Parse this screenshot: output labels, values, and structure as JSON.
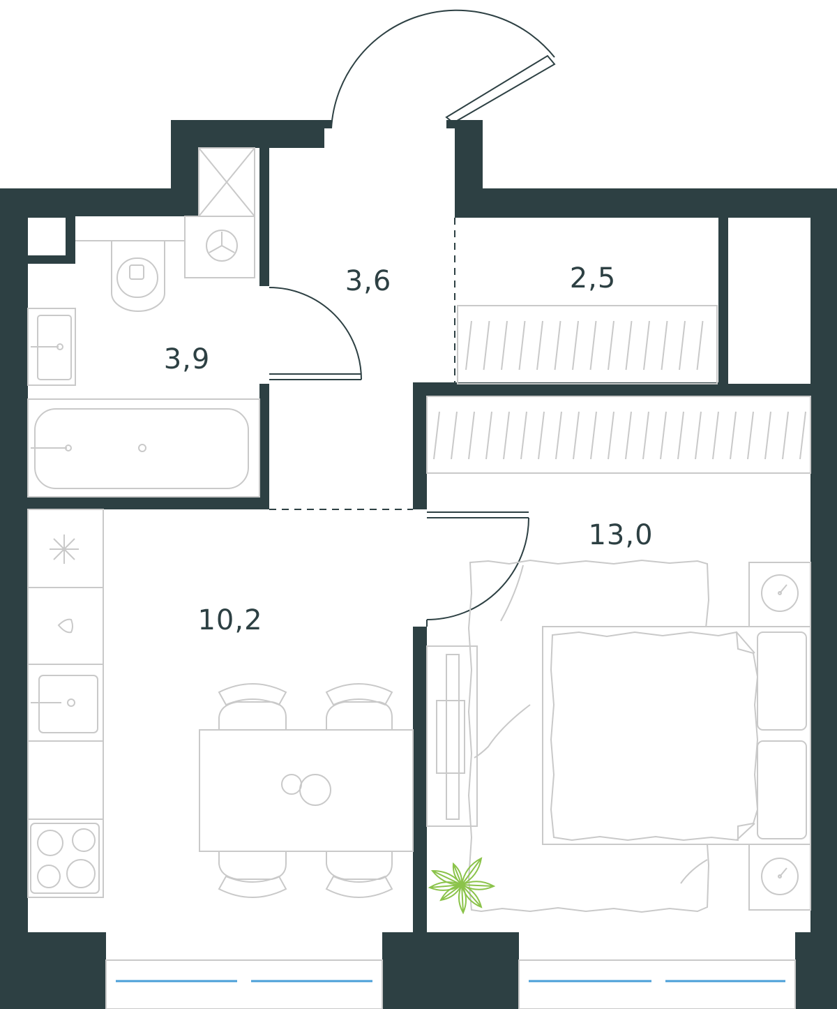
{
  "colors": {
    "wall": "#2d4043",
    "furniture": "#c9c9c9",
    "plant": "#8bc34a",
    "window": "#4a9fd8",
    "background": "#ffffff",
    "label": "#2d4043"
  },
  "rooms": [
    {
      "id": "bathroom",
      "area": "3,9"
    },
    {
      "id": "hallway",
      "area": "3,6"
    },
    {
      "id": "storage",
      "area": "2,5"
    },
    {
      "id": "kitchen",
      "area": "10,2"
    },
    {
      "id": "bedroom",
      "area": "13,0"
    }
  ]
}
